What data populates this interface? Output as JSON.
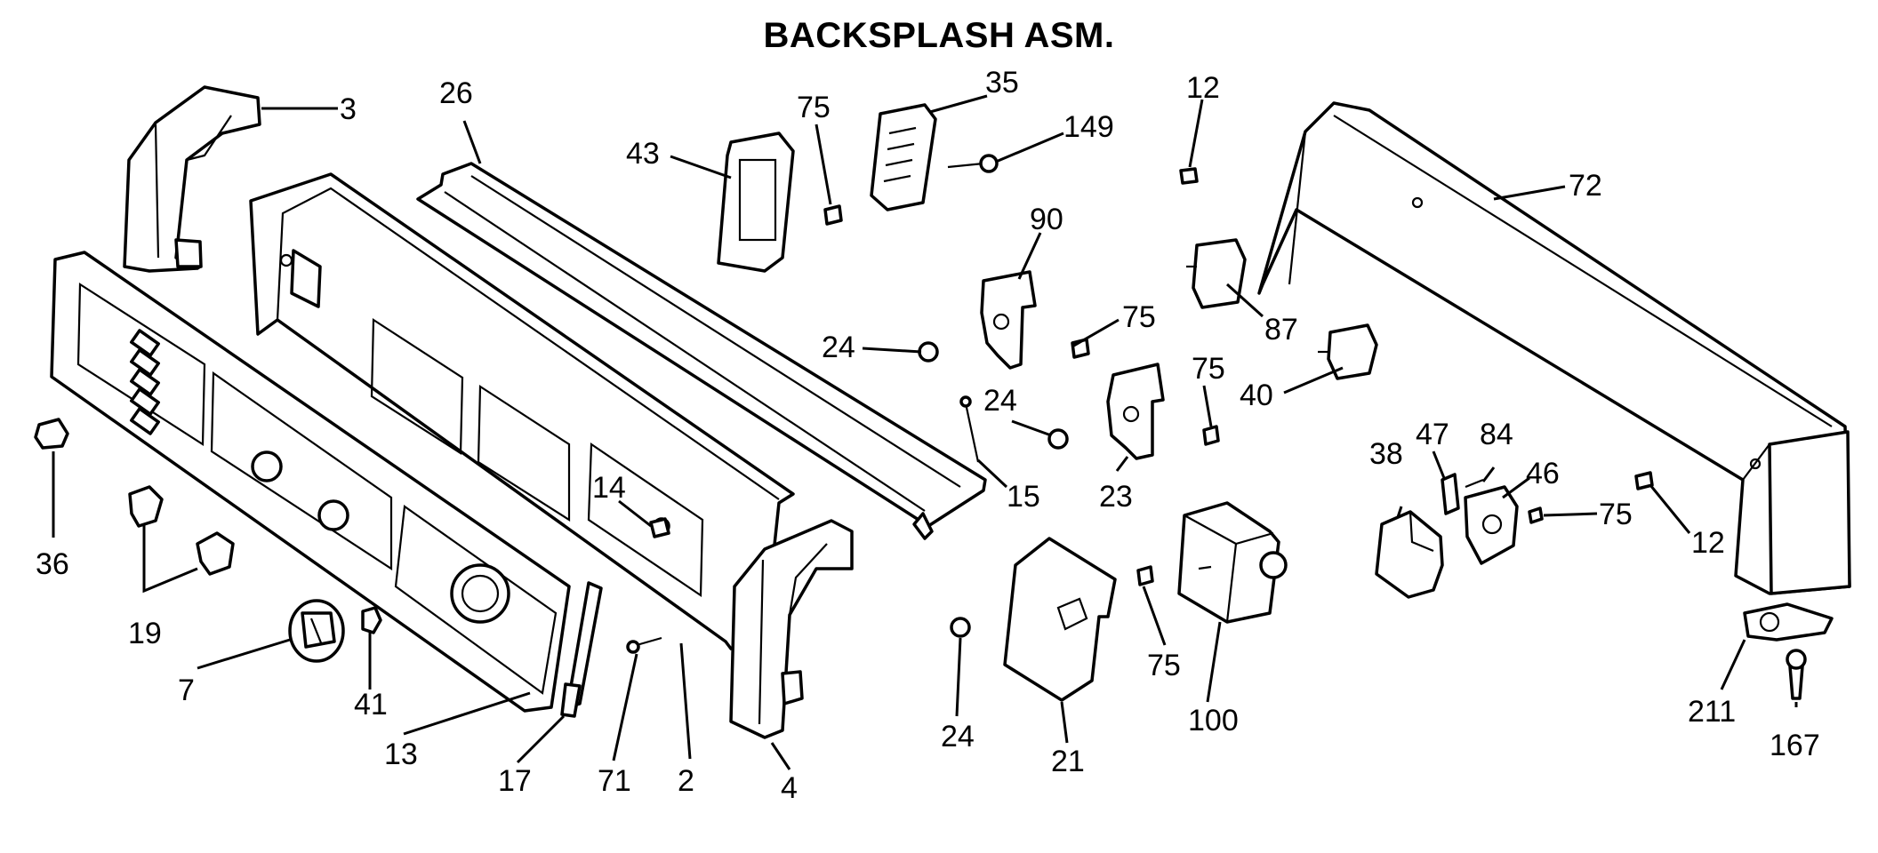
{
  "title": "BACKSPLASH ASM.",
  "parts": [
    "2",
    "3",
    "4",
    "7",
    "12",
    "13",
    "14",
    "15",
    "17",
    "19",
    "21",
    "23",
    "24",
    "26",
    "35",
    "36",
    "38",
    "40",
    "41",
    "43",
    "46",
    "47",
    "71",
    "72",
    "75",
    "84",
    "87",
    "90",
    "100",
    "149",
    "167",
    "211"
  ],
  "callouts": [
    {
      "id": "c3",
      "label": "3"
    },
    {
      "id": "c26",
      "label": "26"
    },
    {
      "id": "c43",
      "label": "43"
    },
    {
      "id": "c75a",
      "label": "75"
    },
    {
      "id": "c35",
      "label": "35"
    },
    {
      "id": "c149",
      "label": "149"
    },
    {
      "id": "c12a",
      "label": "12"
    },
    {
      "id": "c72",
      "label": "72"
    },
    {
      "id": "c90",
      "label": "90"
    },
    {
      "id": "c87",
      "label": "87"
    },
    {
      "id": "c24a",
      "label": "24"
    },
    {
      "id": "c75b",
      "label": "75"
    },
    {
      "id": "c40",
      "label": "40"
    },
    {
      "id": "c24b",
      "label": "24"
    },
    {
      "id": "c75c",
      "label": "75"
    },
    {
      "id": "c36",
      "label": "36"
    },
    {
      "id": "c14",
      "label": "14"
    },
    {
      "id": "c15",
      "label": "15"
    },
    {
      "id": "c23",
      "label": "23"
    },
    {
      "id": "c47",
      "label": "47"
    },
    {
      "id": "c84",
      "label": "84"
    },
    {
      "id": "c38",
      "label": "38"
    },
    {
      "id": "c46",
      "label": "46"
    },
    {
      "id": "c75d",
      "label": "75"
    },
    {
      "id": "c12b",
      "label": "12"
    },
    {
      "id": "c19",
      "label": "19"
    },
    {
      "id": "c7",
      "label": "7"
    },
    {
      "id": "c41",
      "label": "41"
    },
    {
      "id": "c13",
      "label": "13"
    },
    {
      "id": "c17",
      "label": "17"
    },
    {
      "id": "c71",
      "label": "71"
    },
    {
      "id": "c2",
      "label": "2"
    },
    {
      "id": "c4",
      "label": "4"
    },
    {
      "id": "c24c",
      "label": "24"
    },
    {
      "id": "c21",
      "label": "21"
    },
    {
      "id": "c75e",
      "label": "75"
    },
    {
      "id": "c100",
      "label": "100"
    },
    {
      "id": "c211",
      "label": "211"
    },
    {
      "id": "c167",
      "label": "167"
    }
  ]
}
